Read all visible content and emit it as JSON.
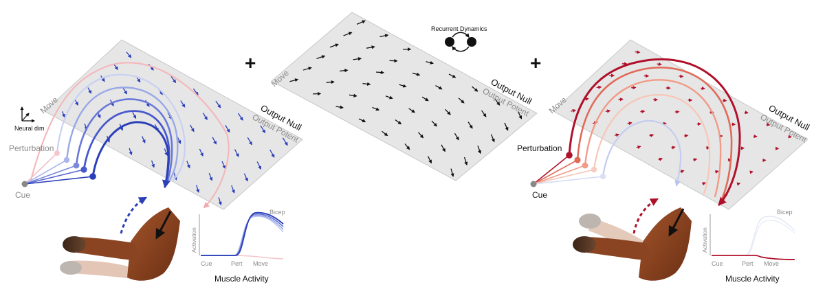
{
  "center": {
    "title": "Recurrent Dynamics",
    "move_label": "Move",
    "null_label": "Output Null",
    "potent_label": "Output Potent"
  },
  "left_panel": {
    "move_label": "Move",
    "null_label": "Output Null",
    "potent_label": "Output Potent",
    "perturbation_label": "Perturbation",
    "cue_label": "Cue",
    "axis_label": "Neural dim",
    "plot": {
      "ylabel": "Activation",
      "muscle_label": "Bicep",
      "ticks": [
        "Cue",
        "Pert",
        "Move"
      ],
      "title": "Muscle Activity"
    }
  },
  "right_panel": {
    "move_label": "Move",
    "null_label": "Output Null",
    "potent_label": "Output Potent",
    "perturbation_label": "Perturbation",
    "cue_label": "Cue",
    "plot": {
      "ylabel": "Activation",
      "muscle_label": "Bicep",
      "ticks": [
        "Cue",
        "Pert",
        "Move"
      ],
      "title": "Muscle Activity"
    }
  },
  "operators": [
    "+",
    "+"
  ],
  "colors": {
    "blue": "#3048c0",
    "red": "#b0102a",
    "plane": "#e6e6e6",
    "arm": "#7a3a1c"
  }
}
